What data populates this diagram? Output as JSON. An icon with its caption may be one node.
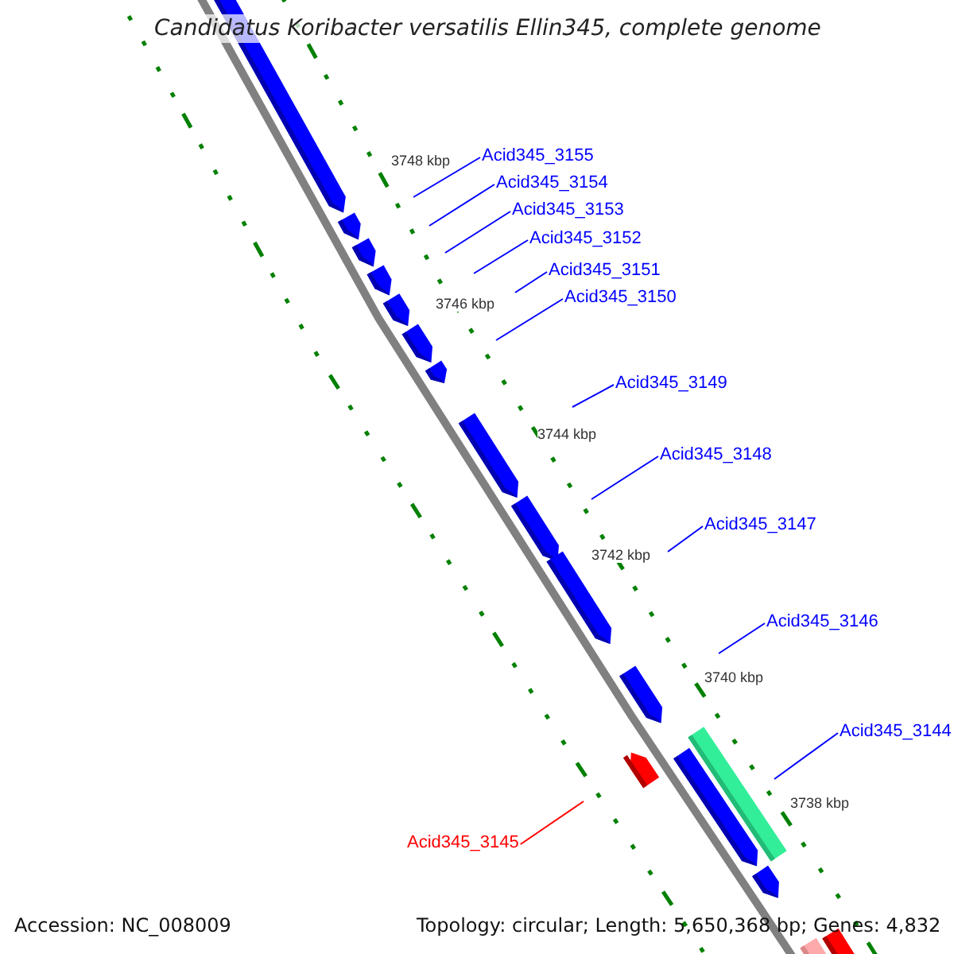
{
  "diagram": {
    "title": "Candidatus Koribacter versatilis Ellin345, complete genome",
    "nodes": [
      {
        "text": [
          "Acid345_3155"
        ]
      },
      {
        "text": [
          "Acid345_3154"
        ]
      },
      {
        "text": [
          "Acid345_3153"
        ]
      },
      {
        "text": [
          "Acid345_3152"
        ]
      },
      {
        "text": [
          "Acid345_3151"
        ]
      },
      {
        "text": [
          "Acid345_3150"
        ]
      },
      {
        "text": [
          "Acid345_3149"
        ]
      },
      {
        "text": [
          "Acid345_3148"
        ]
      },
      {
        "text": [
          "Acid345_3147"
        ]
      },
      {
        "text": [
          "Acid345_3146"
        ]
      },
      {
        "text": [
          "Acid345_3144"
        ]
      },
      {
        "text": [
          "Acid345_3145"
        ]
      }
    ],
    "edges": [
      {
        "from": 0,
        "to": null,
        "arrow": "none"
      },
      {
        "from": 1,
        "to": null,
        "arrow": "none"
      },
      {
        "from": 2,
        "to": null,
        "arrow": "none"
      },
      {
        "from": 3,
        "to": null,
        "arrow": "none"
      },
      {
        "from": 4,
        "to": null,
        "arrow": "none"
      },
      {
        "from": 5,
        "to": null,
        "arrow": "none"
      },
      {
        "from": 6,
        "to": null,
        "arrow": "none"
      },
      {
        "from": 7,
        "to": null,
        "arrow": "none"
      },
      {
        "from": 8,
        "to": null,
        "arrow": "none"
      },
      {
        "from": 9,
        "to": null,
        "arrow": "none"
      },
      {
        "from": 10,
        "to": null,
        "arrow": "none"
      },
      {
        "from": 11,
        "to": null,
        "arrow": "none",
        "color": "#ff0000"
      }
    ],
    "labels": [
      "3748 kbp",
      "3746 kbp",
      "3744 kbp",
      "3742 kbp",
      "3740 kbp",
      "3738 kbp",
      "Accession: NC_008009",
      "Topology: circular; Length: 5,650,368 bp; Genes: 4,832"
    ]
  }
}
